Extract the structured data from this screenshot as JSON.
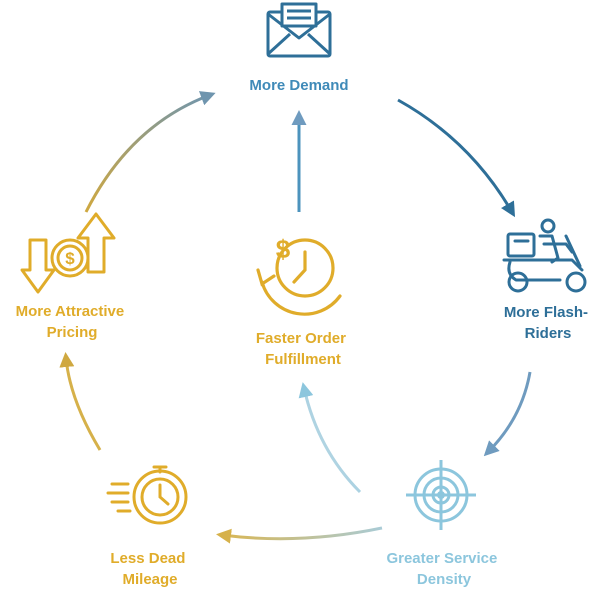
{
  "nodes": {
    "top": {
      "label": [
        "More Demand"
      ]
    },
    "right": {
      "label": [
        "More Flash-",
        "Riders"
      ]
    },
    "bottom_right": {
      "label": [
        "Greater Service",
        "Density"
      ]
    },
    "bottom_left": {
      "label": [
        "Less Dead",
        "Mileage"
      ]
    },
    "left": {
      "label": [
        "More Attractive",
        "Pricing"
      ]
    },
    "center": {
      "label": [
        "Faster Order",
        "Fulfillment"
      ]
    }
  },
  "colors": {
    "dark_blue": "#2e6f98",
    "mid_blue": "#4c93bd",
    "light_blue": "#8cc6dd",
    "gold": "#e0ac2a",
    "olive_gold": "#cfb04a",
    "slate": "#8ca6b0"
  },
  "icons": {
    "top": "envelope-icon",
    "right": "delivery-scooter-icon",
    "bottom_right": "target-icon",
    "bottom_left": "stopwatch-icon",
    "left": "dollar-coin-arrows-icon",
    "center": "dollar-clock-icon"
  }
}
